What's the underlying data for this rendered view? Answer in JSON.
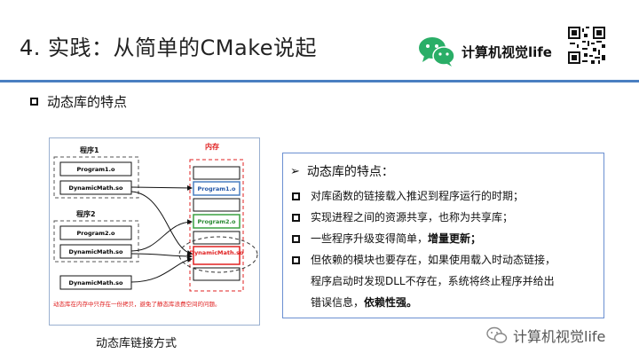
{
  "slide": {
    "title": "4. 实践：从简单的CMake说起",
    "brand": "计算机视觉life",
    "section_heading": "动态库的特点"
  },
  "figure": {
    "program1_label": "程序1",
    "program2_label": "程序2",
    "memory_label": "内存",
    "program1_objs": [
      "Program1.o",
      "DynamicMath.so"
    ],
    "program2_objs": [
      "Program2.o",
      "DynamicMath.so"
    ],
    "loose_obj": "DynamicMath.so",
    "memory_blocks": [
      "Program1.o",
      "Program2.o",
      "DynamicMath.so"
    ],
    "note": "动态库在内存中只存在一份拷贝，避免了静态库浪费空间的问题。",
    "caption": "动态库链接方式"
  },
  "features": {
    "heading": "动态库的特点：",
    "items": [
      {
        "text": "对库函数的链接载入推迟到程序运行的时期；",
        "bold": ""
      },
      {
        "text": "实现进程之间的资源共享，也称为共享库；",
        "bold": ""
      },
      {
        "text": "一些程序升级变得简单，",
        "bold": "增量更新；"
      },
      {
        "text": "但依赖的模块也要存在，如果使用载入时动态链接，",
        "bold": ""
      }
    ],
    "continuation_1": "程序启动时发现DLL不存在，系统将终止程序并给出",
    "continuation_2_text": "错误信息，",
    "continuation_2_bold": "依赖性强。"
  },
  "watermark": "计算机视觉life",
  "colors": {
    "accent": "#4a7fc1",
    "memory_red": "#e02020",
    "block_blue": "#4a7fc1",
    "block_green": "#3aa040",
    "wechat_green": "#2aae67"
  }
}
